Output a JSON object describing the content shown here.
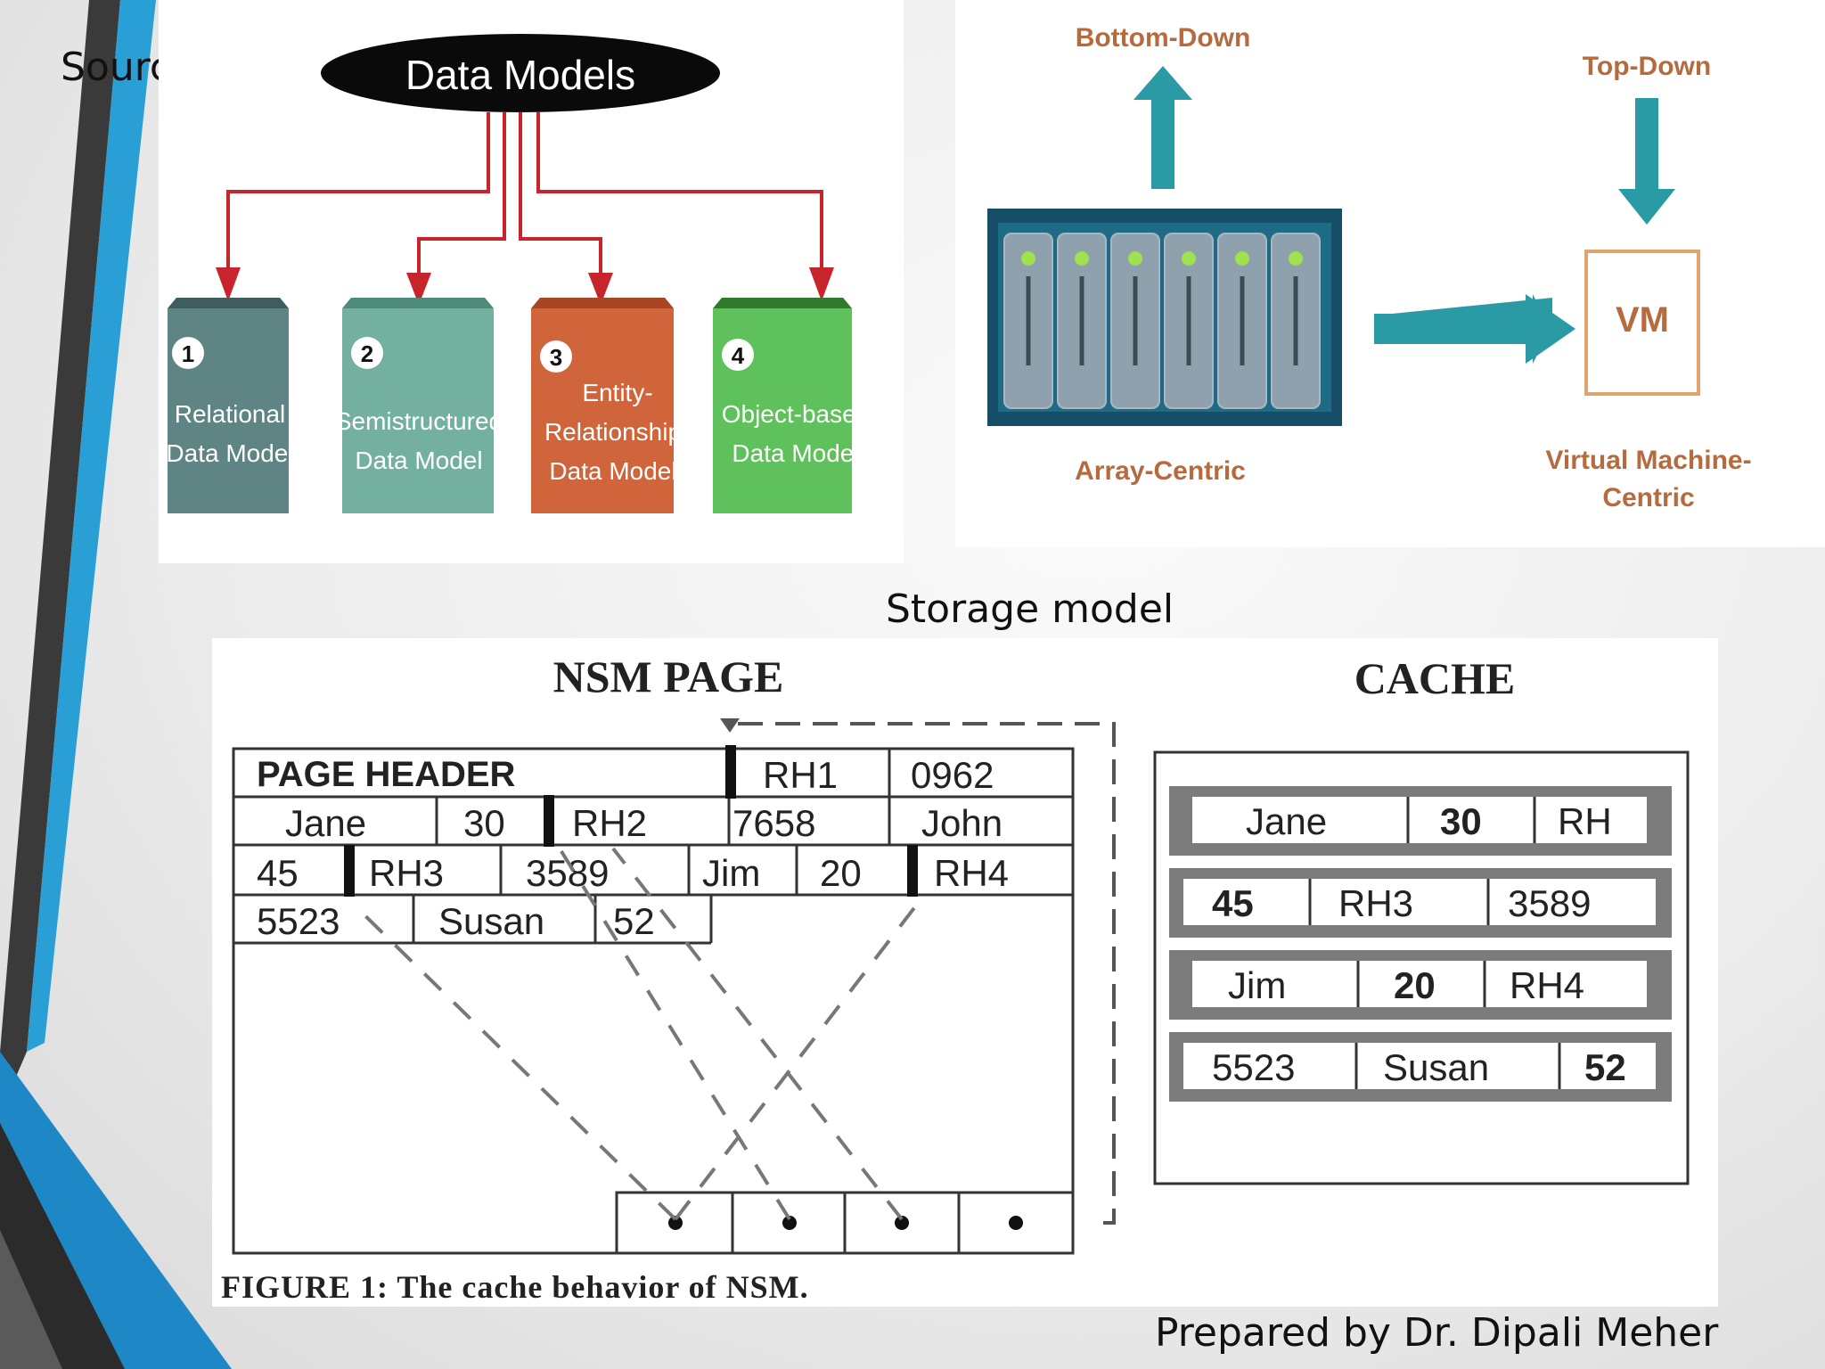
{
  "slide": {
    "source_label": "Sourc",
    "storage_caption": "Storage model",
    "footer": "Prepared by Dr. Dipali Meher"
  },
  "data_models": {
    "title": "Data Models",
    "boxes": [
      {
        "number": "1",
        "line1": "Relational",
        "line2": "Data Model",
        "line3": "",
        "color": "#5e8584"
      },
      {
        "number": "2",
        "line1": "Semistructured",
        "line2": "Data Model",
        "line3": "",
        "color": "#74b0a0"
      },
      {
        "number": "3",
        "line1": "Entity-",
        "line2": "Relationship",
        "line3": "Data Model",
        "color": "#d0643a"
      },
      {
        "number": "4",
        "line1": "Object-based",
        "line2": "Data Model",
        "line3": "",
        "color": "#5fc15b"
      }
    ],
    "arrow_color": "#c8242c"
  },
  "storage_approaches": {
    "bottom_down": "Bottom-Down",
    "top_down": "Top-Down",
    "array_centric": "Array-Centric",
    "vm": "VM",
    "vm_centric_line1": "Virtual Machine-",
    "vm_centric_line2": "Centric",
    "accent_color": "#2a9aa5",
    "label_color": "#b66b3e"
  },
  "nsm": {
    "page_title": "NSM PAGE",
    "cache_title": "CACHE",
    "page_rows": [
      [
        "PAGE HEADER",
        "RH1",
        "0962"
      ],
      [
        "Jane",
        "30",
        "RH2",
        "7658",
        "John"
      ],
      [
        "45",
        "RH3",
        "3589",
        "Jim",
        "20",
        "RH4"
      ],
      [
        "5523",
        "Susan",
        "52"
      ]
    ],
    "cache_rows": [
      [
        "Jane",
        "30",
        "RH"
      ],
      [
        "45",
        "RH3",
        "3589"
      ],
      [
        "Jim",
        "20",
        "RH4"
      ],
      [
        "5523",
        "Susan",
        "52"
      ]
    ],
    "figure_caption": "FIGURE 1: The cache behavior of NSM."
  }
}
